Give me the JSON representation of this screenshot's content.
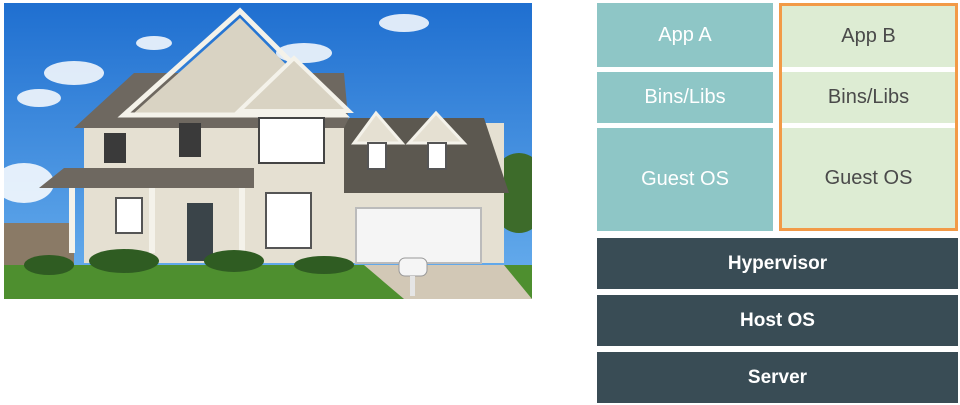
{
  "stack": {
    "vm_a": {
      "app": "App A",
      "bins": "Bins/Libs",
      "os": "Guest OS"
    },
    "vm_b": {
      "app": "App B",
      "bins": "Bins/Libs",
      "os": "Guest OS"
    },
    "hypervisor": "Hypervisor",
    "host_os": "Host OS",
    "server": "Server"
  },
  "colors": {
    "vm_a_fill": "#8ec6c6",
    "vm_b_fill": "#ddecd3",
    "vm_b_border": "#f29a47",
    "base_layer_fill": "#394c55"
  }
}
